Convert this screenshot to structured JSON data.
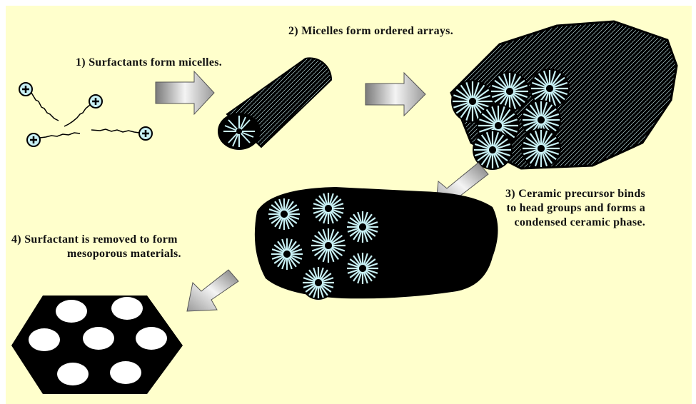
{
  "diagram": {
    "steps": [
      {
        "id": "step1",
        "text": "1) Surfactants form micelles."
      },
      {
        "id": "step2",
        "text": "2) Micelles form ordered arrays."
      },
      {
        "id": "step3",
        "lines": [
          "3) Ceramic precursor binds",
          "to head  groups  and forms a",
          "condensed ceramic phase."
        ]
      },
      {
        "id": "step4",
        "lines": [
          "4) Surfactant is removed to form",
          "mesoporous materials."
        ]
      }
    ],
    "colors": {
      "background": "#ffffcc",
      "micelle_head": "#c8f0f4",
      "ceramic": "#000000",
      "pore": "#ffffff",
      "arrow_light": "#f0f0f0",
      "arrow_dark": "#7a7a7a"
    },
    "icons": {
      "surfactant_head": "plus-circle-icon",
      "arrow": "block-arrow-icon"
    }
  }
}
